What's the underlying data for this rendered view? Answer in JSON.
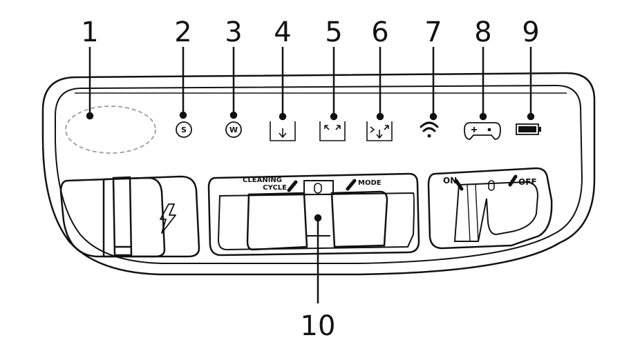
{
  "callouts": [
    "1",
    "2",
    "3",
    "4",
    "5",
    "6",
    "7",
    "8",
    "9",
    "10"
  ],
  "icons": {
    "schedule": {
      "name": "schedule-s-icon",
      "letter": "S"
    },
    "wifi_mode": {
      "name": "cycle-w-icon",
      "letter": "W"
    },
    "tank_down": {
      "name": "tank-down-icon"
    },
    "tank_expand": {
      "name": "tank-expand-icon"
    },
    "tank_both": {
      "name": "tank-both-icon"
    },
    "wifi": {
      "name": "wifi-icon"
    },
    "gamepad": {
      "name": "gamepad-icon"
    },
    "battery": {
      "name": "battery-icon"
    },
    "lightning": {
      "name": "lightning-icon"
    }
  },
  "switches": {
    "cleaning_cycle_line1": "CLEANING",
    "cleaning_cycle_line2": "CYCLE",
    "mode": "MODE",
    "on": "ON",
    "off": "OFF"
  },
  "colors": {
    "stroke": "#111111",
    "dashed": "#9a9a9a",
    "background": "#ffffff"
  }
}
